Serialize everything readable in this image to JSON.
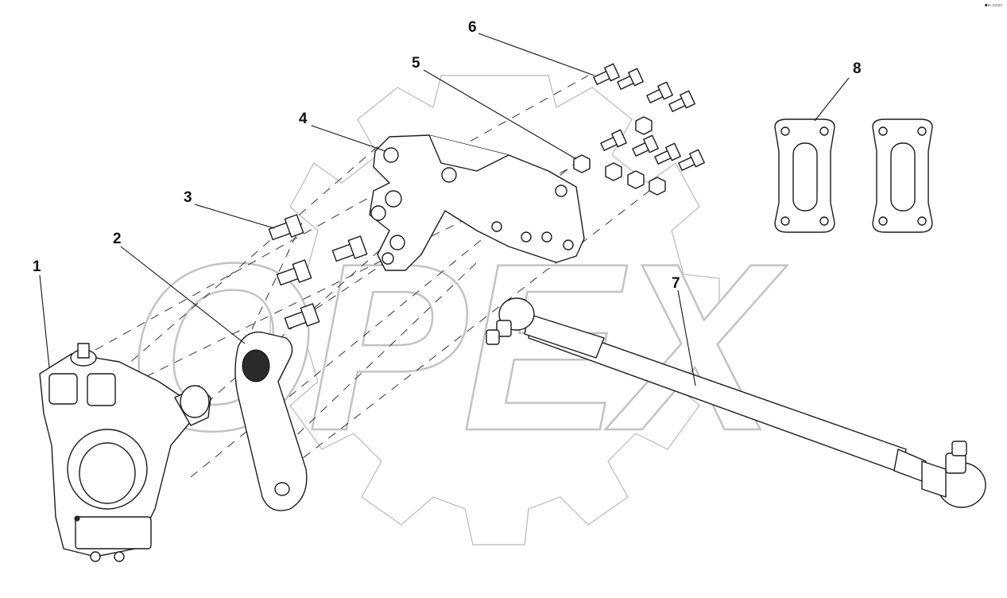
{
  "watermark": {
    "text": "OPEX"
  },
  "corner_mark": "▪▫ ▫▫▫",
  "callouts": [
    {
      "id": "1",
      "label": "1"
    },
    {
      "id": "2",
      "label": "2"
    },
    {
      "id": "3",
      "label": "3"
    },
    {
      "id": "4",
      "label": "4"
    },
    {
      "id": "5",
      "label": "5"
    },
    {
      "id": "6",
      "label": "6"
    },
    {
      "id": "7",
      "label": "7"
    },
    {
      "id": "8",
      "label": "8"
    }
  ],
  "colors": {
    "line": "#1a1a1a",
    "watermark": "#c2c2c2",
    "background": "#ffffff"
  }
}
